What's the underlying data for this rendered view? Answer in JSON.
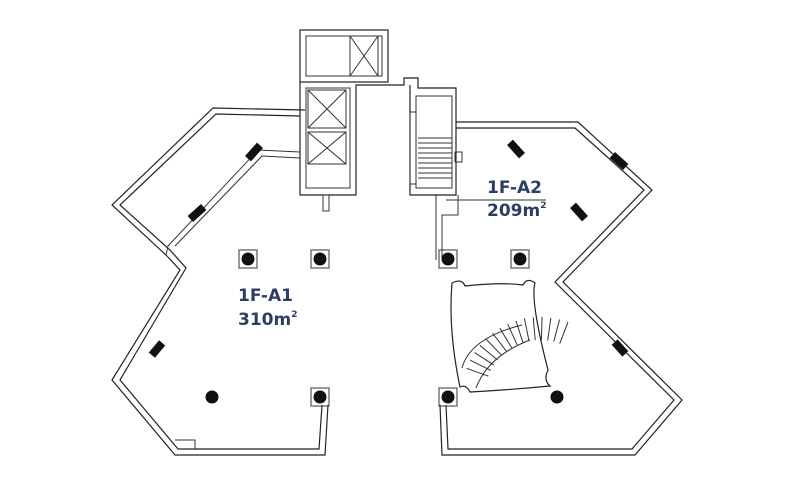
{
  "units": [
    {
      "id": "1F-A1",
      "name": "1F-A1",
      "area": "310m",
      "area_sup": "2"
    },
    {
      "id": "1F-A2",
      "name": "1F-A2",
      "area": "209m",
      "area_sup": "2"
    }
  ],
  "colors": {
    "label": "#2c3e63",
    "wall": "#222222",
    "column": "#111111",
    "background": "#ffffff"
  }
}
